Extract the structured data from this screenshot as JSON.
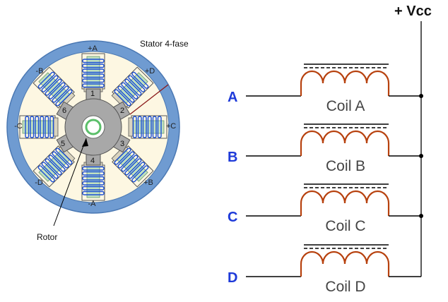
{
  "motor": {
    "stator_label": "Stator 4-fase",
    "rotor_label": "Rotor",
    "poles": [
      {
        "label": "+A"
      },
      {
        "label": "+D"
      },
      {
        "label": "+C"
      },
      {
        "label": "+B"
      },
      {
        "label": "-A"
      },
      {
        "label": "-D"
      },
      {
        "label": "-C"
      },
      {
        "label": "-B"
      }
    ],
    "teeth": [
      "1",
      "2",
      "3",
      "4",
      "5",
      "6"
    ]
  },
  "schematic": {
    "supply_label": "+ Vcc",
    "inputs": [
      {
        "input_label": "A",
        "coil_label": "Coil A"
      },
      {
        "input_label": "B",
        "coil_label": "Coil B"
      },
      {
        "input_label": "C",
        "coil_label": "Coil C"
      },
      {
        "input_label": "D",
        "coil_label": "Coil D"
      }
    ]
  },
  "colors": {
    "outer_ring": "#6f9bd1",
    "stator_fill": "#fdf7e2",
    "pole_band": "#bfe0c0",
    "coil_wire": "#1a4fd6",
    "rotor": "#a8a8a8",
    "input_label": "#1e3ad9",
    "winding": "#b7410e",
    "wire": "#000000"
  }
}
